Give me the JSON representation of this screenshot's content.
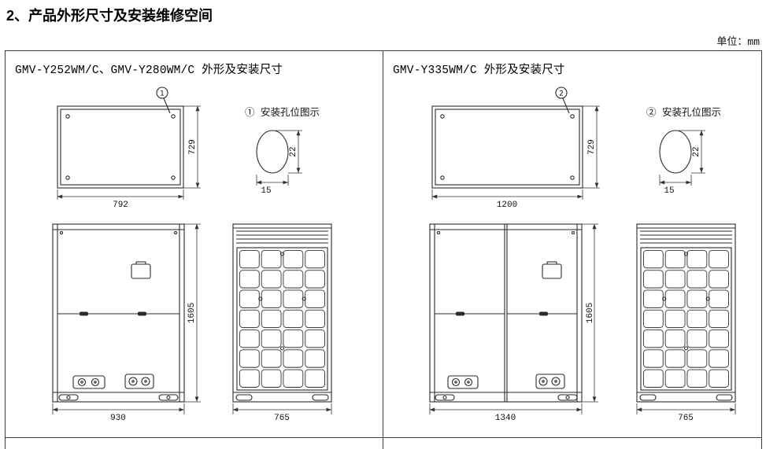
{
  "page": {
    "title": "2、产品外形尺寸及安装维修空间",
    "unit_label": "单位：mm"
  },
  "panels": {
    "left": {
      "title": "GMV-Y252WM/C、GMV-Y280WM/C 外形及安装尺寸",
      "callout": "1",
      "hole_title": "① 安装孔位图示",
      "dims": {
        "top_width": "792",
        "top_depth": "729",
        "hole_w": "15",
        "hole_h": "22",
        "front_w": "930",
        "height": "1605",
        "side_w": "765"
      }
    },
    "right": {
      "title": "GMV-Y335WM/C 外形及安装尺寸",
      "callout": "2",
      "hole_title": "② 安装孔位图示",
      "dims": {
        "top_width": "1200",
        "top_depth": "729",
        "hole_w": "15",
        "hole_h": "22",
        "front_w": "1340",
        "height": "1605",
        "side_w": "765"
      }
    }
  }
}
